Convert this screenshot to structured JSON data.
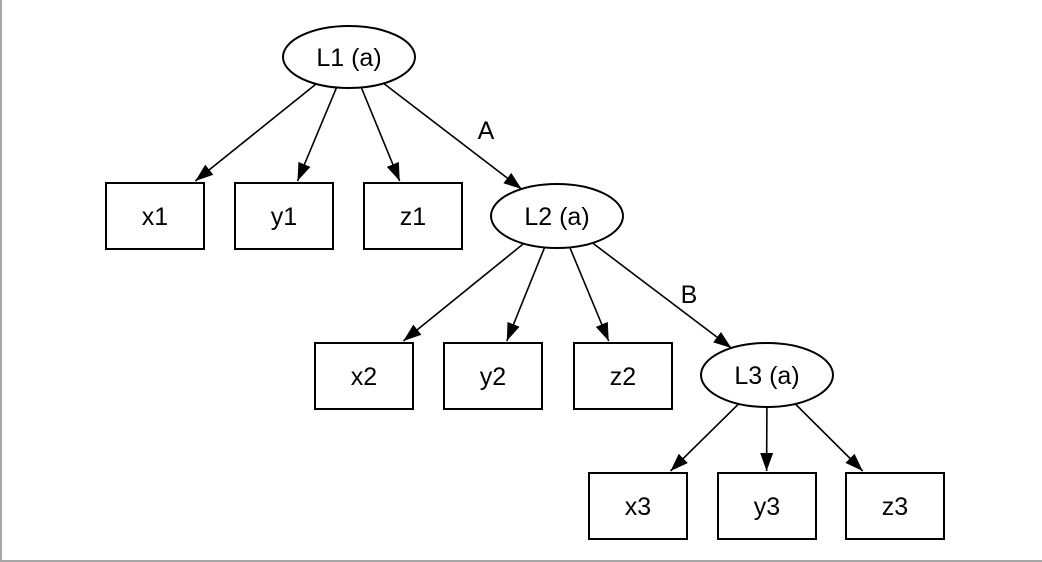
{
  "diagram": {
    "type": "path-diagram",
    "nodes": {
      "L1": {
        "label": "L1 (a)",
        "shape": "ellipse"
      },
      "L2": {
        "label": "L2 (a)",
        "shape": "ellipse"
      },
      "L3": {
        "label": "L3 (a)",
        "shape": "ellipse"
      },
      "x1": {
        "label": "x1",
        "shape": "box"
      },
      "y1": {
        "label": "y1",
        "shape": "box"
      },
      "z1": {
        "label": "z1",
        "shape": "box"
      },
      "x2": {
        "label": "x2",
        "shape": "box"
      },
      "y2": {
        "label": "y2",
        "shape": "box"
      },
      "z2": {
        "label": "z2",
        "shape": "box"
      },
      "x3": {
        "label": "x3",
        "shape": "box"
      },
      "y3": {
        "label": "y3",
        "shape": "box"
      },
      "z3": {
        "label": "z3",
        "shape": "box"
      }
    },
    "edges": [
      {
        "from": "L1",
        "to": "x1",
        "label": ""
      },
      {
        "from": "L1",
        "to": "y1",
        "label": ""
      },
      {
        "from": "L1",
        "to": "z1",
        "label": ""
      },
      {
        "from": "L1",
        "to": "L2",
        "label": "A"
      },
      {
        "from": "L2",
        "to": "x2",
        "label": ""
      },
      {
        "from": "L2",
        "to": "y2",
        "label": ""
      },
      {
        "from": "L2",
        "to": "z2",
        "label": ""
      },
      {
        "from": "L2",
        "to": "L3",
        "label": "B"
      },
      {
        "from": "L3",
        "to": "x3",
        "label": ""
      },
      {
        "from": "L3",
        "to": "y3",
        "label": ""
      },
      {
        "from": "L3",
        "to": "z3",
        "label": ""
      }
    ],
    "edge_labels": {
      "L1_L2": "A",
      "L2_L3": "B"
    },
    "colors": {
      "background": "#ffffff",
      "node_stroke": "#000000",
      "edge": "#000000",
      "frame": "#a6a6a6"
    }
  }
}
